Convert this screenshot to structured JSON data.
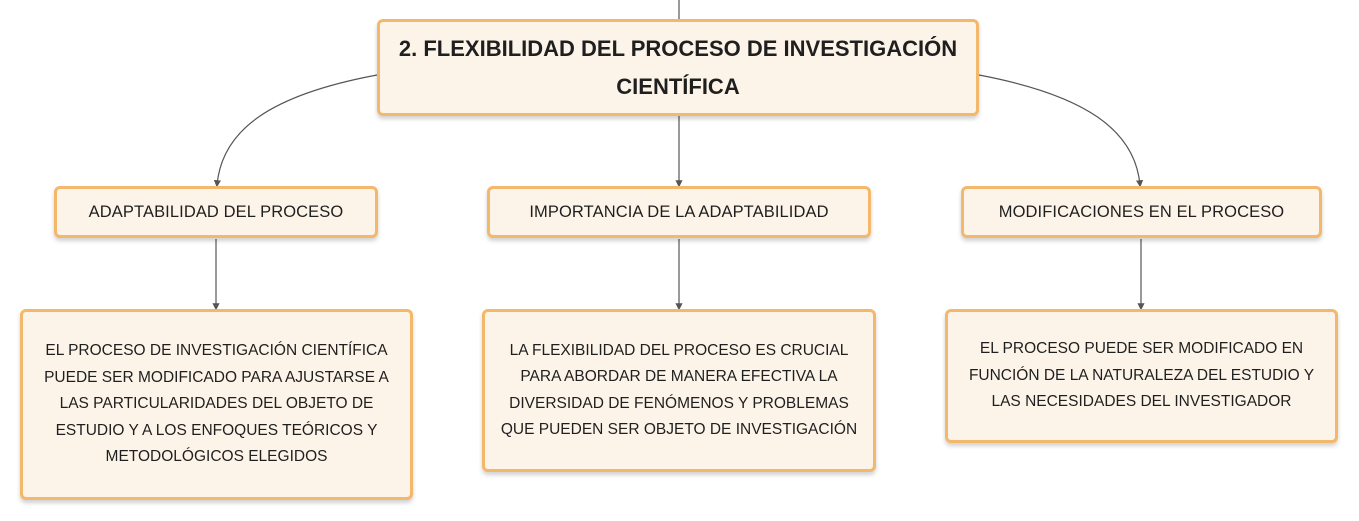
{
  "root": {
    "title": "2. FLEXIBILIDAD DEL PROCESO DE INVESTIGACIÓN CIENTÍFICA"
  },
  "branches": [
    {
      "label": "ADAPTABILIDAD DEL PROCESO",
      "detail": "EL PROCESO DE INVESTIGACIÓN CIENTÍFICA PUEDE SER MODIFICADO PARA AJUSTARSE A LAS PARTICULARIDADES DEL OBJETO DE ESTUDIO Y A LOS ENFOQUES TEÓRICOS Y METODOLÓGICOS ELEGIDOS"
    },
    {
      "label": "IMPORTANCIA DE LA ADAPTABILIDAD",
      "detail": "LA FLEXIBILIDAD DEL PROCESO ES CRUCIAL PARA ABORDAR DE MANERA EFECTIVA LA DIVERSIDAD DE FENÓMENOS Y PROBLEMAS QUE PUEDEN SER OBJETO DE INVESTIGACIÓN"
    },
    {
      "label": "MODIFICACIONES EN EL PROCESO",
      "detail": "EL PROCESO PUEDE SER MODIFICADO EN FUNCIÓN DE LA NATURALEZA DEL ESTUDIO Y LAS NECESIDADES DEL INVESTIGADOR"
    }
  ],
  "colors": {
    "node_fill": "#fdf4e9",
    "node_border": "#f3b86b",
    "connector": "#555555"
  }
}
